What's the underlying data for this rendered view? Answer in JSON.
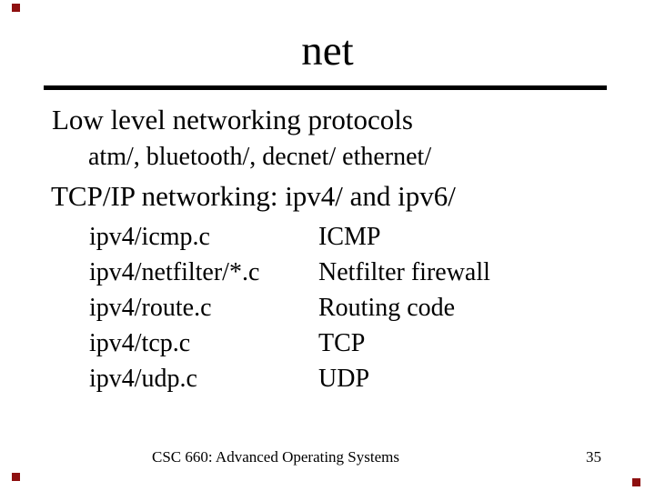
{
  "slide": {
    "title": "net",
    "bullets": [
      {
        "level": 1,
        "text": "Low level networking protocols"
      },
      {
        "level": 2,
        "text": "atm/, bluetooth/, decnet/ ethernet/"
      },
      {
        "level": 1,
        "text": "TCP/IP networking: ipv4/ and ipv6/"
      }
    ],
    "file_table": {
      "rows": [
        {
          "file": "ipv4/icmp.c",
          "desc": "ICMP"
        },
        {
          "file": "ipv4/netfilter/*.c",
          "desc": "Netfilter firewall"
        },
        {
          "file": "ipv4/route.c",
          "desc": "Routing code"
        },
        {
          "file": "ipv4/tcp.c",
          "desc": "TCP"
        },
        {
          "file": "ipv4/udp.c",
          "desc": "UDP"
        }
      ]
    },
    "footer": {
      "course": "CSC 660: Advanced Operating Systems",
      "page_number": "35"
    },
    "colors": {
      "background": "#ffffff",
      "text": "#000000",
      "rule": "#000000",
      "corner_marker": "#8e1010"
    }
  }
}
